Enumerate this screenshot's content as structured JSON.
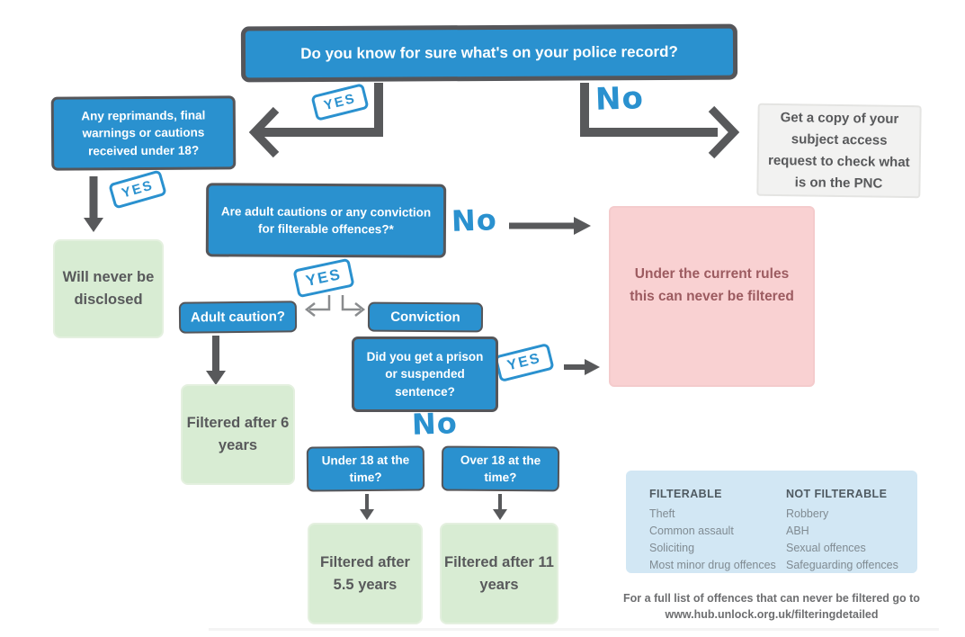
{
  "labels": {
    "yes": "YES",
    "no": "No"
  },
  "title": "Do you know for sure what's on your police record?",
  "nodes": {
    "reprimands": "Any reprimands, final warnings or cautions received under 18?",
    "subject_access": "Get a copy of your subject access request to check what is on the PNC",
    "will_never_be_disclosed": "Will never be disclosed",
    "adult_cautions_question": "Are adult cautions or any conviction for filterable offences?*",
    "never_filtered": "Under the current rules this can never be filtered",
    "adult_caution": "Adult caution?",
    "conviction": "Conviction",
    "prison_question": "Did you get a prison or suspended sentence?",
    "filtered_6": "Filtered after 6 years",
    "under_18": "Under 18 at the time?",
    "over_18": "Over 18 at the time?",
    "filtered_5_5": "Filtered after 5.5 years",
    "filtered_11": "Filtered after 11 years"
  },
  "legend": {
    "filterable": {
      "header": "FILTERABLE",
      "items": [
        "Theft",
        "Common assault",
        "Soliciting",
        "Most minor drug offences"
      ]
    },
    "not_filterable": {
      "header": "NOT FILTERABLE",
      "items": [
        "Robbery",
        "ABH",
        "Sexual offences",
        "Safeguarding offences"
      ]
    }
  },
  "footnote": {
    "line1": "For a full list of offences that can never be filtered go to",
    "line2": "www.hub.unlock.org.uk/filteringdetailed"
  },
  "colors": {
    "blue": "#2a91cf",
    "arrow_dark": "#58595b",
    "arrow_thin": "#8a8c8e",
    "green_bg": "#d8ecd3",
    "pink_bg": "#f9d1d2",
    "legend_bg": "#d2e7f4",
    "gray_bg": "#f2f2f1"
  }
}
